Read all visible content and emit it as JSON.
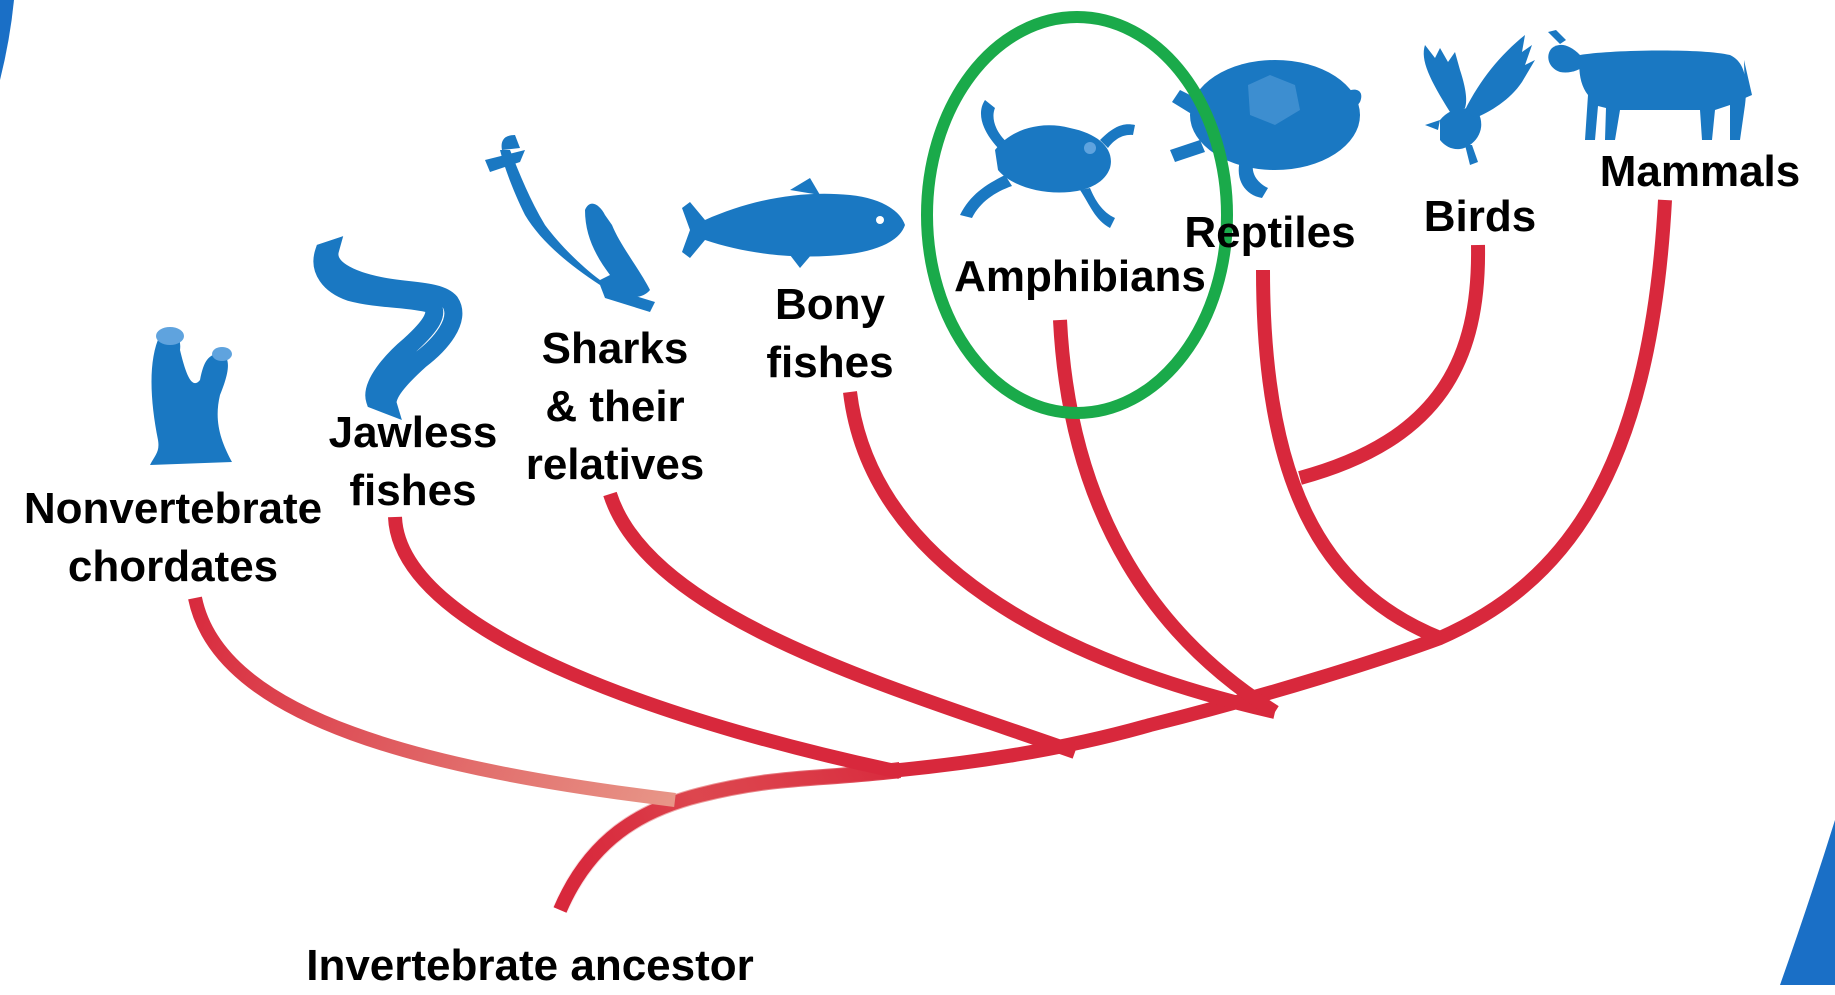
{
  "title": "",
  "root_label": "Invertebrate ancestor",
  "groups": [
    {
      "lines": [
        "Nonvertebrate",
        "chordates"
      ],
      "icon": "sea-squirt-icon"
    },
    {
      "lines": [
        "Jawless",
        "fishes"
      ],
      "icon": "lamprey-icon"
    },
    {
      "lines": [
        "Sharks",
        "& their",
        "relatives"
      ],
      "icon": "hammerhead-shark-icon"
    },
    {
      "lines": [
        "Bony",
        "fishes"
      ],
      "icon": "tuna-icon"
    },
    {
      "lines": [
        "Amphibians"
      ],
      "icon": "frog-icon"
    },
    {
      "lines": [
        "Reptiles"
      ],
      "icon": "turtle-icon"
    },
    {
      "lines": [
        "Birds"
      ],
      "icon": "bird-icon"
    },
    {
      "lines": [
        "Mammals"
      ],
      "icon": "cow-icon"
    }
  ],
  "highlight": {
    "group": "Amphibians",
    "shape": "ellipse",
    "color": "#1aaa4a"
  },
  "colors": {
    "branch": "#d8283c",
    "trunk": "#e86a6a",
    "icon": "#1a78c2",
    "text": "#000000"
  }
}
